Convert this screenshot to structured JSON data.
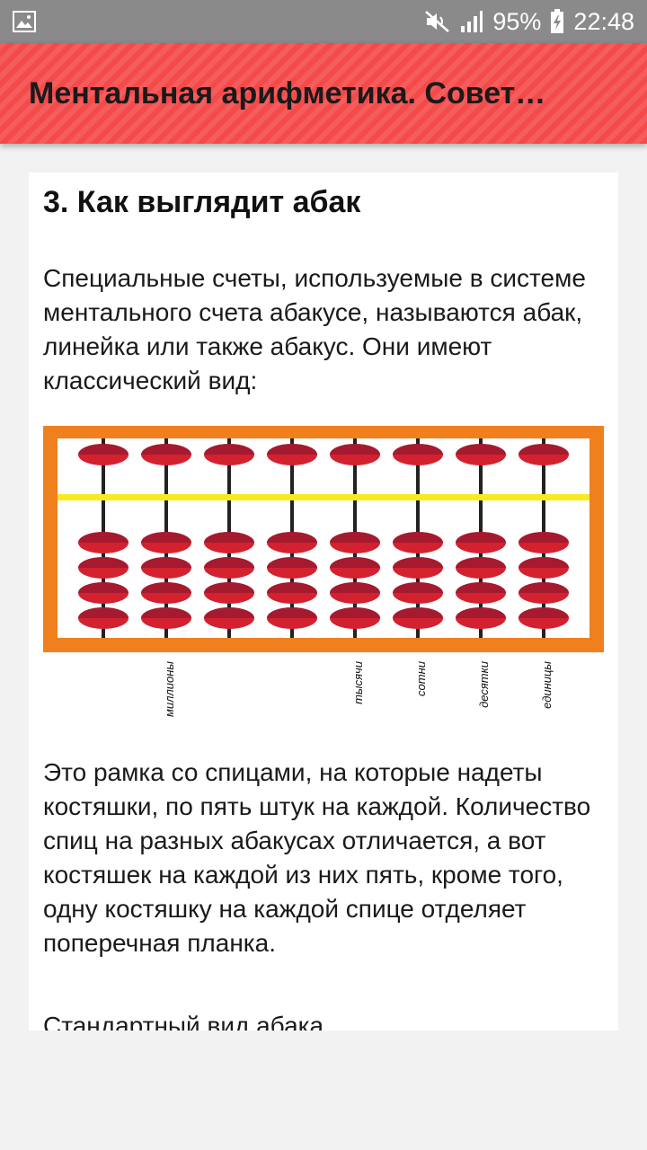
{
  "status_bar": {
    "battery": "95%",
    "time": "22:48",
    "icons": [
      "gallery-icon",
      "mute-icon",
      "signal-icon",
      "battery-charging-icon"
    ]
  },
  "app_bar": {
    "title": "Ментальная арифметика. Совет…"
  },
  "article": {
    "heading": "3. Как выглядит абак",
    "paragraph_1": "Специальные счеты, используемые в системе ментального счета абакусе, называются абак, линейка или также абакус. Они имеют классический вид:",
    "paragraph_2": "Это рамка со спицами, на которые надеты костяшки, по пять штук на каждой. Количество спиц на разных абакусах отличается, а вот костяшек на каждой из них пять, кроме того, одну костяшку на каждой спице отделяет поперечная планка.",
    "paragraph_3": "Стандартный вид абака",
    "abacus_image": {
      "rods": 8,
      "upper_beads_per_rod": 1,
      "lower_beads_per_rod": 4,
      "frame_color": "#f0801e",
      "divider_color": "#fbe820",
      "bead_color": "#d4212f",
      "bead_dark_color": "#7d1530",
      "labels": [
        "миллионы",
        "тысячи",
        "сотни",
        "десятки",
        "единицы"
      ]
    }
  }
}
